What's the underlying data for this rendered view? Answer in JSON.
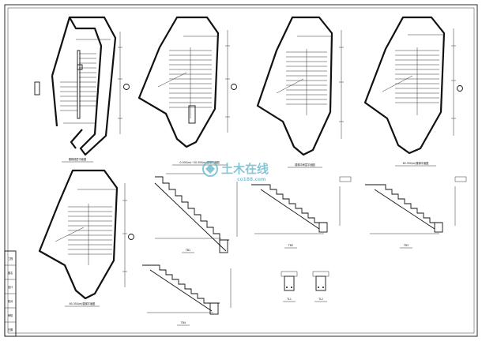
{
  "title_block": {
    "labels": [
      "工程",
      "图名",
      "设计",
      "校对",
      "审核",
      "日期"
    ]
  },
  "plans": [
    {
      "id": "plan-1",
      "caption": "楼梯底层平面图"
    },
    {
      "id": "plan-2",
      "caption": "-0.000(m)~50.350(m)楼梯平面图"
    },
    {
      "id": "plan-3",
      "caption": "楼梯中间层平面图"
    },
    {
      "id": "plan-4",
      "caption": "60.350(m)楼梯平面图"
    },
    {
      "id": "plan-5",
      "caption": "60.350(m)楼梯平面图"
    }
  ],
  "sections": [
    {
      "id": "section-tb1",
      "caption": "TB1"
    },
    {
      "id": "section-tb2",
      "caption": "TB2"
    },
    {
      "id": "section-tb3",
      "caption": "TB3"
    },
    {
      "id": "section-tb4",
      "caption": "TB4"
    }
  ],
  "details": [
    {
      "id": "detail-tl1",
      "caption": "TL1"
    },
    {
      "id": "detail-tl2",
      "caption": "TL2"
    }
  ],
  "watermark": {
    "main": "土木在线",
    "sub": "co188.com"
  }
}
